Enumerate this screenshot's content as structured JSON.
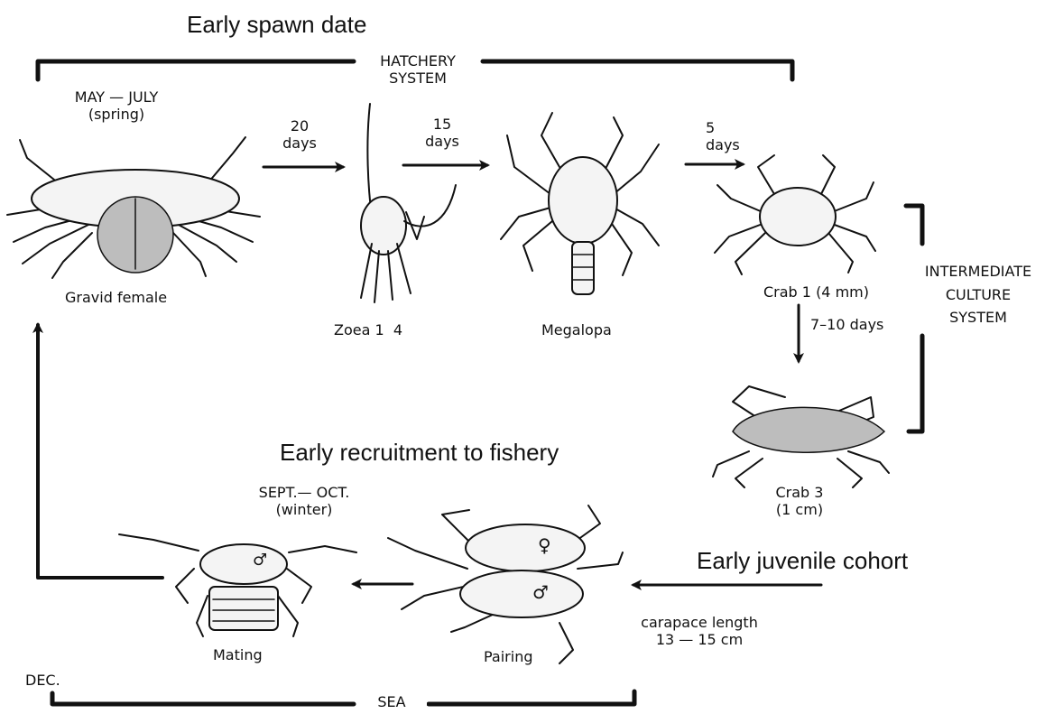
{
  "headings": {
    "early_spawn": "Early spawn date",
    "early_recruitment": "Early recruitment to fishery",
    "early_juvenile": "Early juvenile cohort"
  },
  "systems": {
    "hatchery": "HATCHERY\nSYSTEM",
    "intermediate": "INTERMEDIATE\nCULTURE\nSYSTEM",
    "sea": "SEA"
  },
  "seasons": {
    "spawn": "MAY — JULY\n(spring)",
    "mating": "SEPT.— OCT.\n(winter)",
    "dec": "DEC."
  },
  "durations": {
    "d20": "20\ndays",
    "d15": "15\ndays",
    "d5": "5\ndays",
    "d7_10": "7–10 days"
  },
  "stages": {
    "gravid_female": "Gravid female",
    "zoea": "Zoea 1  4",
    "megalopa": "Megalopa",
    "crab1": "Crab 1 (4 mm)",
    "crab3": "Crab 3\n(1 cm)",
    "pairing": "Pairing",
    "mating": "Mating"
  },
  "carapace": "carapace length\n13 — 15 cm",
  "symbols": {
    "female": "♀",
    "male": "♂"
  }
}
